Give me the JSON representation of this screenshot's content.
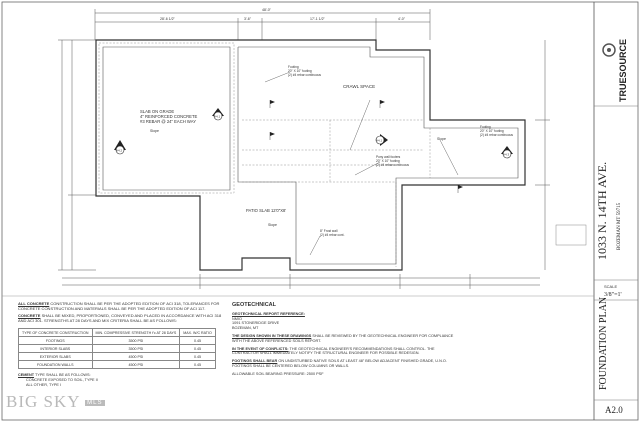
{
  "title_block": {
    "logo": "TRUESOURCE",
    "address": "1033 N. 14TH AVE.",
    "city": "BOZEMAN MT 59715",
    "scale_label": "SCALE",
    "scale": "3/8\"=1'",
    "sheet_title": "FOUNDATION PLAN",
    "sheet_number": "A2.0"
  },
  "plan": {
    "slab_note": "SLAB ON GRADE\n4\" REINFORCED CONCRETE\n#3 REBAR @ 24\" EACH WAY",
    "crawl_space": "CRAWL SPACE",
    "patio_slab": "PATIO SLAB 12'0\"X8'",
    "slope": "Slope",
    "footing_note": "Footing\n20\" X 10\" footing\n(2) #4 rebar continuous",
    "pony_wall_note": "Pony wall footers\n20\" X 10\" footing\n(2) #4 rebar continuous",
    "stem_wall_note": "8\" Frost wall\n(2) #4 rebar cont.",
    "section_tags": [
      "A4.1",
      "A4.2",
      "A4.1",
      "A4.3"
    ],
    "dimensions_top": [
      "48'-0\"",
      "28'-6 1/2\"",
      "3'-6\"",
      "17'-1 1/2\"",
      "4'-0\""
    ]
  },
  "notes": {
    "concrete_1_label": "ALL CONCRETE",
    "concrete_1": "CONSTRUCTION SHALL BE PER THE ADOPTED EDITION OF ACI 318, TOLERANCES FOR CONCRETE CONSTRUCTION AND MATERIALS SHALL BE PER THE ADOPTED EDITION OF ACI 117.",
    "concrete_2_label": "CONCRETE",
    "concrete_2": "SHALL BE MIXED, PROPORTIONED, CONVEYED AND PLACED IN ACCORDANCE WITH ACI 318 AND ACI 301. STRENGTHS AT 28 DAYS AND MIX CRITERIA SHALL BE AS FOLLOWS:",
    "table_headers": [
      "TYPE OF CONCRETE CONSTRUCTION",
      "MIN. COMPRESSIVE STRENGTH f'c AT 28 DAYS",
      "MAX. W/C RATIO"
    ],
    "table_rows": [
      [
        "FOOTINGS",
        "3500 PSI",
        "0.45"
      ],
      [
        "INTERIOR SLABS",
        "3500 PSI",
        "0.45"
      ],
      [
        "EXTERIOR SLABS",
        "4500 PSI",
        "0.45"
      ],
      [
        "FOUNDATION WALLS",
        "4500 PSI",
        "0.45"
      ]
    ],
    "cement_label": "CEMENT",
    "cement": "TYPE SHALL BE AS FOLLOWS:",
    "cement_line2": "CONCRETE EXPOSED TO SOIL, TYPE II",
    "cement_line3": "ALL OTHER, TYPE I"
  },
  "geotech": {
    "heading": "GEOTECHNICAL",
    "report_ref_label": "GEOTECHNICAL REPORT REFERENCE:",
    "report_ref": "NMIO\n1091 STONERIDGE DRIVE\nBOZEMAN, MT",
    "design_label": "THE DESIGN SHOWN IN THESE DRAWINGS",
    "design": "SHALL BE REVIEWED BY THE GEOTECHNICAL ENGINEER FOR COMPLIANCE WITH THE ABOVE REFERENCED SOILS REPORT.",
    "conflict_label": "IN THE EVENT OF CONFLICTS:",
    "conflict": "THE GEOTECHNICAL ENGINEER'S RECOMMENDATIONS SHALL CONTROL. THE CONTRACTOR SHALL IMMEDIATELY NOTIFY THE STRUCTURAL ENGINEER FOR POSSIBLE REDESIGN.",
    "footings_label": "FOOTINGS SHALL BEAR",
    "footings": "ON UNDISTURBED NATIVE SOILS AT LEAST 48\" BELOW ADJACENT FINISHED GRADE, U.N.O. FOOTINGS SHALL BE CENTERED BELOW COLUMNS OR WALLS.",
    "bearing": "ALLOWABLE SOIL BEARING PRESSURE:   2500 PSF"
  },
  "watermark": {
    "text": "BIG SKY",
    "badge": "MLS"
  }
}
